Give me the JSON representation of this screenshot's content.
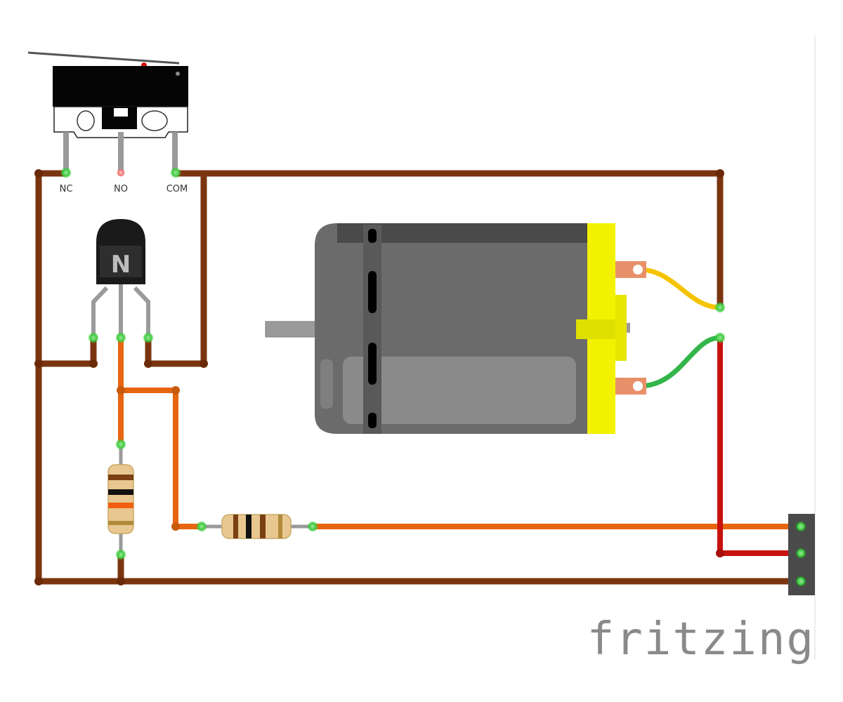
{
  "diagram": {
    "app_brand": "fritzing",
    "switch": {
      "pin_labels": [
        "NC",
        "NO",
        "COM"
      ]
    },
    "transistor": {
      "marking": "N"
    },
    "colors": {
      "wire_brown": "#7a3510",
      "wire_orange": "#e8650f",
      "wire_red": "#c8120f",
      "wire_yellow": "#f5c400",
      "wire_green": "#33b54a",
      "motor_body": "#6b6b6b",
      "motor_cap": "#f2f200",
      "connector_glow": "#3ecb3e"
    },
    "components": [
      "microswitch",
      "npn-transistor",
      "resistor-vertical",
      "resistor-horizontal",
      "dc-motor",
      "terminal-block-3"
    ]
  }
}
